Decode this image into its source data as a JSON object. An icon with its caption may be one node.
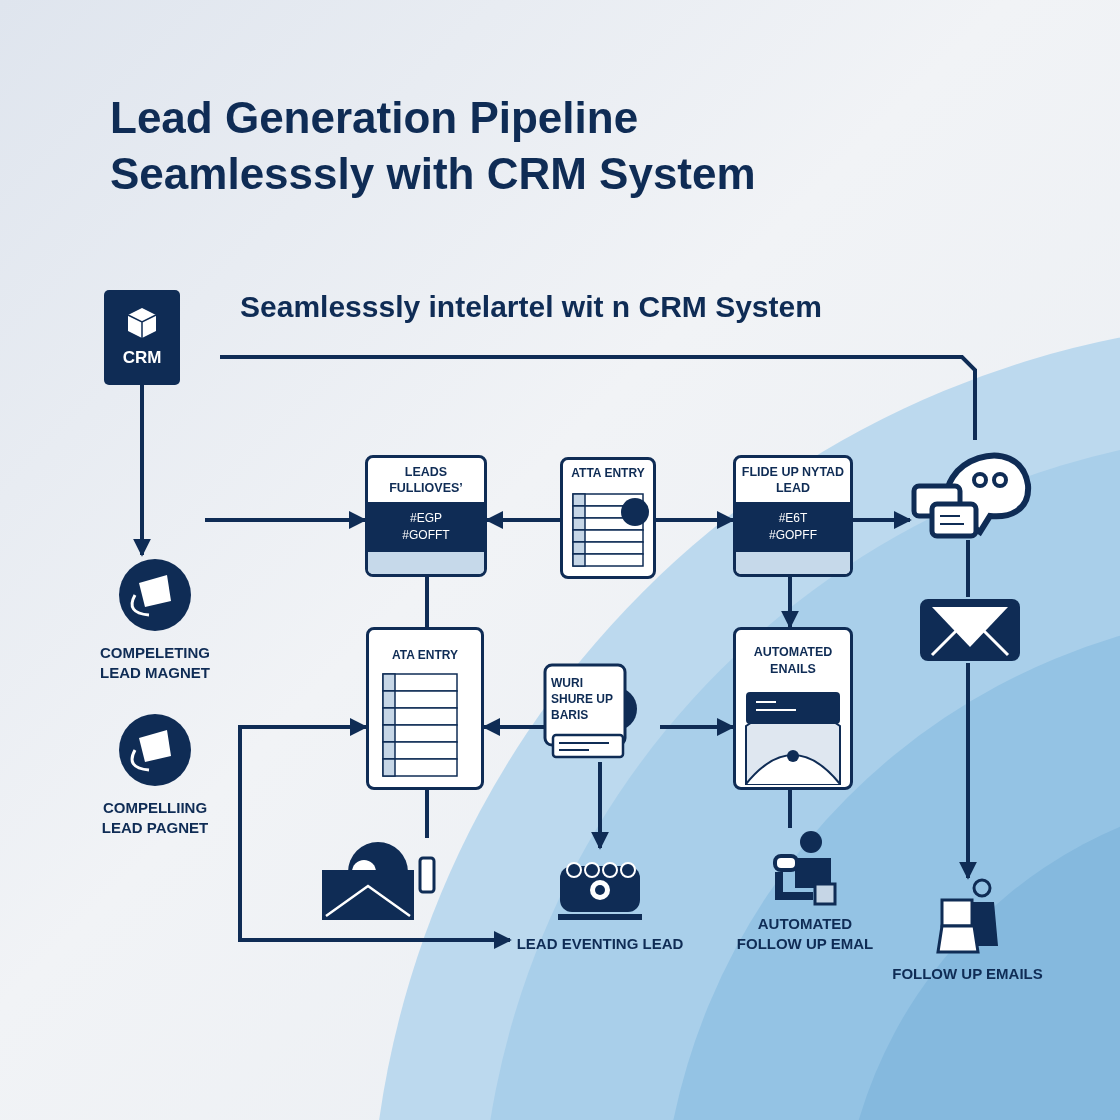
{
  "diagram": {
    "title": "Lead Generation Pipeline Seamlesssly with CRM System",
    "nodes": [
      {
        "text": [
          "CRM"
        ]
      },
      {
        "text": [
          "COMPELETING LEAD MAGNET"
        ]
      },
      {
        "text": [
          "COMPELLIING LEAD PAGNET"
        ]
      },
      {
        "text": [
          "LEADS FULLIOVES’",
          "#EGP #GOFFT"
        ]
      },
      {
        "text": [
          "ATTA ENTRY"
        ]
      },
      {
        "text": [
          "FLIDE UP NYTAD LEAD",
          "#E6T #GOPFF"
        ]
      },
      {
        "text": [],
        "shape": "picture"
      },
      {
        "text": [],
        "shape": "picture"
      },
      {
        "text": [
          "ATA ENTRY"
        ]
      },
      {
        "text": [
          "WURI SHURE UP BARIS"
        ]
      },
      {
        "text": [
          "AUTOMATED ENAILS"
        ]
      },
      {
        "text": [],
        "shape": "picture"
      },
      {
        "text": [
          "LEAD EVENTING LEAD"
        ]
      },
      {
        "text": [
          "AUTOMATED FOLLOW UP EMAL"
        ]
      },
      {
        "text": [
          "FOLLOW UP EMAILS"
        ]
      }
    ],
    "edges": [
      {
        "from": 0,
        "to": 1,
        "arrow": "to"
      },
      {
        "from": null,
        "to": 3,
        "arrow": "to"
      },
      {
        "from": 4,
        "to": 3,
        "arrow": "to"
      },
      {
        "from": 4,
        "to": 5,
        "arrow": "to"
      },
      {
        "from": 5,
        "to": 6,
        "arrow": "to"
      },
      {
        "from": 3,
        "to": 8,
        "arrow": "none"
      },
      {
        "from": 5,
        "to": 10,
        "arrow": "to"
      },
      {
        "from": 6,
        "to": 7,
        "arrow": "none"
      },
      {
        "from": 7,
        "to": 14,
        "arrow": "to"
      },
      {
        "from": 9,
        "to": 8,
        "arrow": "to"
      },
      {
        "from": 9,
        "to": 10,
        "arrow": "to"
      },
      {
        "from": 9,
        "to": 12,
        "arrow": "to"
      },
      {
        "from": 10,
        "to": 13,
        "arrow": "none"
      },
      {
        "from": 8,
        "to": 11,
        "arrow": "none"
      },
      {
        "from": 8,
        "to": 12,
        "arrow": "both"
      },
      {
        "from": null,
        "to": 6,
        "arrow": "none"
      }
    ],
    "labels": [
      "Seamlesssly intelartel wit n CRM System"
    ]
  }
}
